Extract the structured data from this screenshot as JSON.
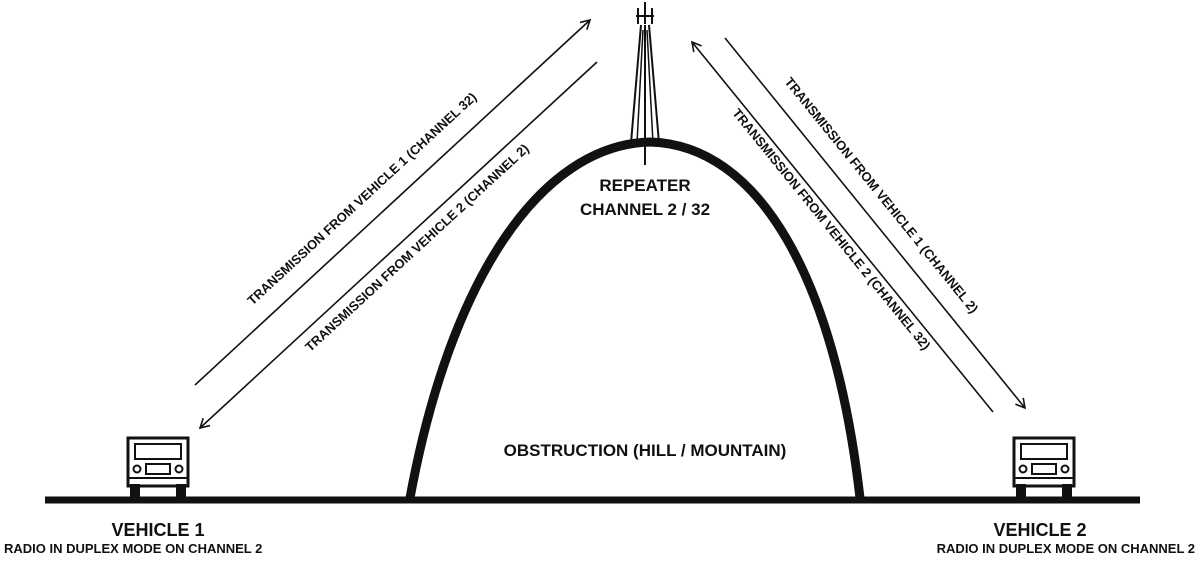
{
  "repeater": {
    "title": "REPEATER",
    "subtitle": "CHANNEL 2 / 32"
  },
  "obstruction": {
    "label": "OBSTRUCTION (HILL / MOUNTAIN)"
  },
  "vehicle_left": {
    "name": "VEHICLE 1",
    "mode": "RADIO IN DUPLEX MODE ON CHANNEL 2"
  },
  "vehicle_right": {
    "name": "VEHICLE 2",
    "mode": "RADIO IN DUPLEX MODE ON CHANNEL 2"
  },
  "links": {
    "left_up": "TRANSMISSION FROM VEHICLE 1 (CHANNEL 32)",
    "left_down": "TRANSMISSION FROM VEHICLE 2 (CHANNEL 2)",
    "right_up": "TRANSMISSION FROM VEHICLE 2 (CHANNEL 32)",
    "right_down": "TRANSMISSION FROM VEHICLE 1 (CHANNEL 2)"
  },
  "colors": {
    "ink": "#111111",
    "background": "#ffffff"
  },
  "icons": [
    "vehicle-icon",
    "antenna-icon",
    "arrow-icon"
  ]
}
